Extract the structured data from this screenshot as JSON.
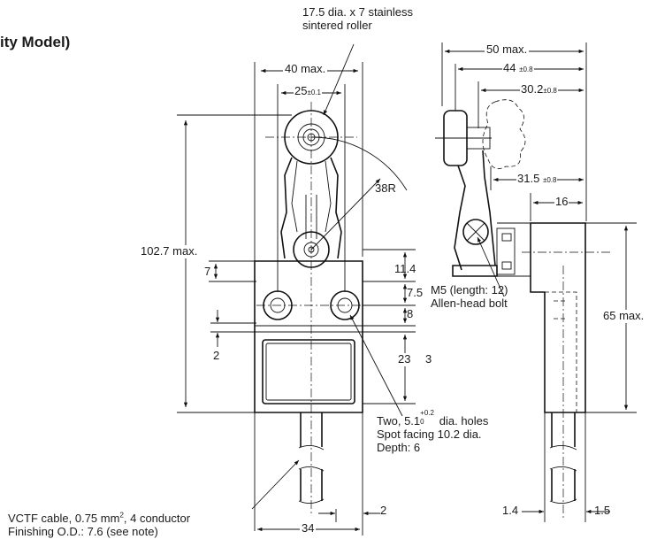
{
  "title_fragment": "ity Model)",
  "roller_note": {
    "line1": "17.5 dia. x 7 stainless",
    "line2": "sintered roller"
  },
  "front_view": {
    "width_max": "40 max.",
    "roller_center": "25",
    "roller_center_tol": "±0.1",
    "radius": "38R",
    "height_max": "102.7 max.",
    "dim_7": "7",
    "dim_11_4": "11.4",
    "dim_7_5": "7.5",
    "dim_8": "8",
    "dim_2": "2",
    "dim_23": "23",
    "dim_3": "3",
    "base_width": "34",
    "dim_2_bottom": "2"
  },
  "holes_note": {
    "prefix": "Two, 5.1",
    "tol_upper": "+0.2",
    "tol_lower": "0",
    "suffix": " dia. holes",
    "line2": "Spot facing 10.2 dia.",
    "line3": "Depth: 6"
  },
  "bolt_note": {
    "line1": "M5 (length: 12)",
    "line2": "Allen-head bolt"
  },
  "cable_note": {
    "line1_prefix": "VCTF cable, 0.75 mm",
    "line1_sup": "2",
    "line1_suffix": ", 4 conductor",
    "line2": "Finishing O.D.: 7.6 (see note)"
  },
  "side_view": {
    "width_max": "50 max.",
    "dim_44": "44",
    "dim_44_tol": "±0.8",
    "dim_30_2": "30.2",
    "dim_30_2_tol": "±0.8",
    "dim_31_5": "31.5",
    "dim_31_5_tol": "±0.8",
    "dim_16": "16",
    "height_max": "65 max.",
    "dim_1_4": "1.4",
    "dim_1_5": "1.5"
  }
}
